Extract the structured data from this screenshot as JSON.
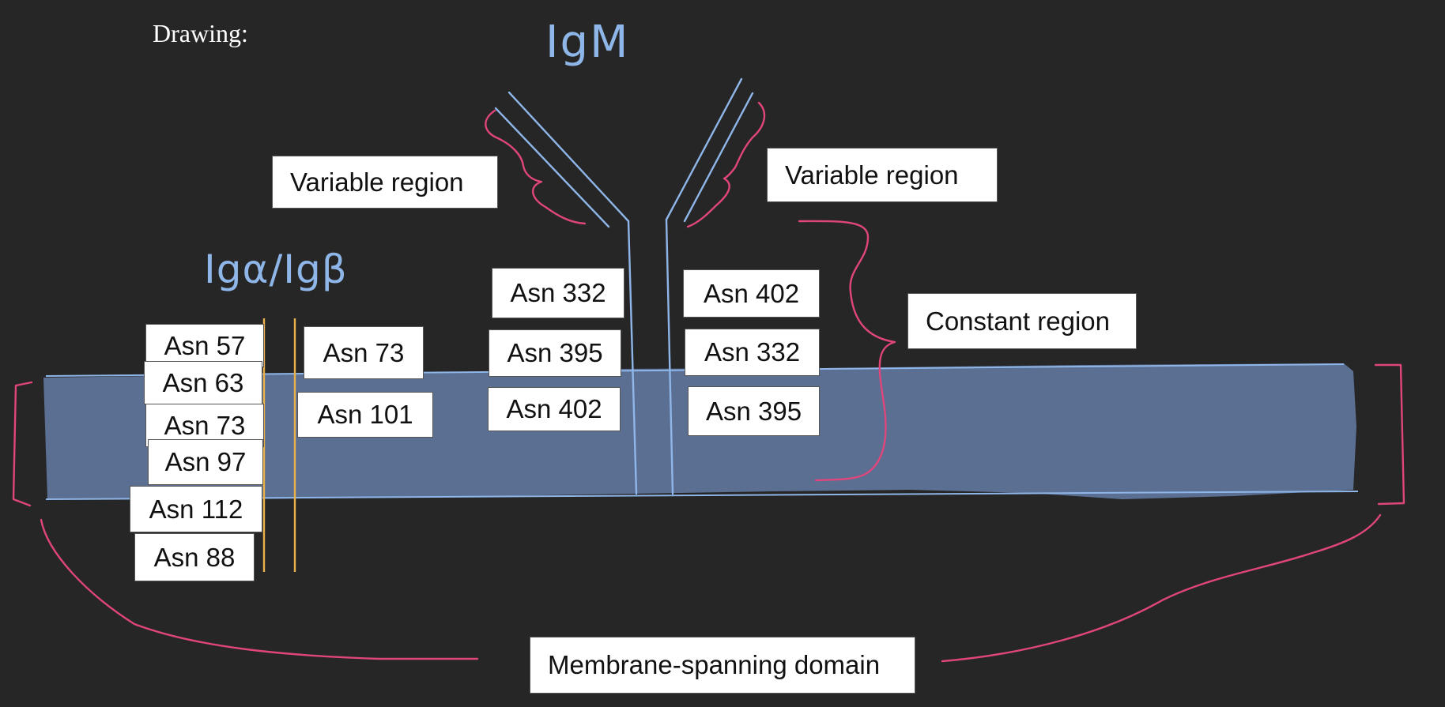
{
  "doc": {
    "heading": "Drawing:"
  },
  "handwritten": {
    "igm": "IgM",
    "iga_igb": "Igα/Igβ"
  },
  "region_labels": {
    "variable_left": "Variable region",
    "variable_right": "Variable region",
    "constant": "Constant region",
    "membrane": "Membrane-spanning domain"
  },
  "iga_igb_sites": {
    "left_column": [
      "Asn 57",
      "Asn 63",
      "Asn 73",
      "Asn 97",
      "Asn 112",
      "Asn 88"
    ],
    "right_column": [
      "Asn 73",
      "Asn 101"
    ]
  },
  "igm_sites": {
    "left_heavy_chain": [
      "Asn 332",
      "Asn 395",
      "Asn 402"
    ],
    "right_heavy_chain": [
      "Asn 402",
      "Asn 332",
      "Asn 395"
    ]
  },
  "colors": {
    "background": "#262626",
    "membrane_fill": "#5b6f93",
    "antibody_lines": "#8fb6e8",
    "brackets": "#e0457b",
    "ig_alpha_beta_lines": "#e9b24a",
    "label_box": "#ffffff"
  }
}
